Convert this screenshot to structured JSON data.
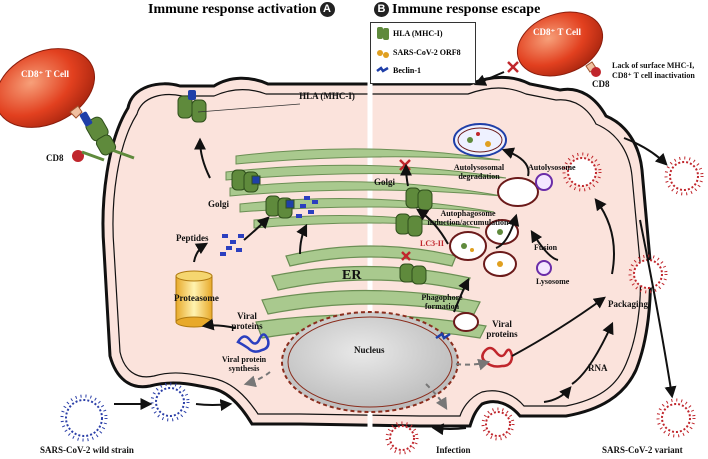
{
  "headers": {
    "activation": "Immune response activation",
    "activation_badge": "A",
    "escape": "Immune response escape",
    "escape_badge": "B"
  },
  "legend": {
    "hla": "HLA (MHC-I)",
    "orf8": "SARS-CoV-2 ORF8",
    "beclin": "Beclin-1"
  },
  "labels": {
    "cd8_tcell_left": "CD8⁺ T Cell",
    "cd8_tcell_right": "CD8⁺ T Cell",
    "cd8_left": "CD8",
    "cd8_right": "CD8",
    "hla_mhc": "HLA (MHC-I)",
    "lack_surface": "Lack of surface MHC-I,",
    "tcell_inactivation": "CD8⁺ T cell inactivation",
    "golgi_left": "Golgi",
    "golgi_right": "Golgi",
    "peptides": "Peptides",
    "proteasome": "Proteasome",
    "er": "ER",
    "viral_proteins_left": "Viral proteins",
    "viral_protein_synthesis": "Viral protein synthesis",
    "nucleus": "Nucleus",
    "autolysosomal_degradation": "Autolysosomal degradation",
    "autolysosome": "Autolysosome",
    "autophagosome": "Autophagosome induction/accumulation",
    "lc3": "LC3-II",
    "fusion": "Fusion",
    "lysosome": "Lysosome",
    "phagophore": "Phagophore formation",
    "viral_proteins_right": "Viral proteins",
    "packaging": "Packaging",
    "rna": "RNA",
    "infection": "Infection",
    "wild_strain": "SARS-CoV-2 wild strain",
    "variant": "SARS-CoV-2 variant"
  },
  "colors": {
    "cell_fill": "#fbe3dc",
    "tcell": "#e2401f",
    "hla": "#5f8a3c",
    "er": "#a9c98e",
    "beclin": "#1f3fa8",
    "peptide": "#2b3fbf",
    "virus_red": "#c0262c",
    "virus_blue": "#2b3fa8",
    "proteasome": "#f2c44b"
  }
}
